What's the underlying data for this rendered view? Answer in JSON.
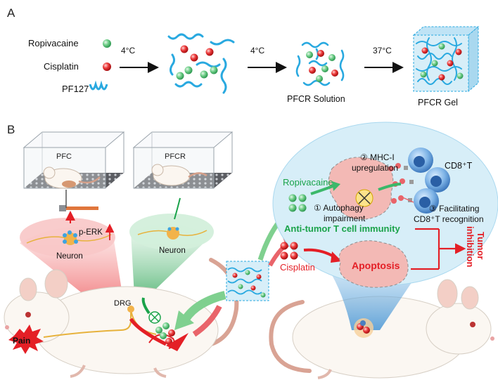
{
  "panel_a": {
    "letter": "A",
    "legend": {
      "drug1": "Ropivacaine",
      "drug2": "Cisplatin",
      "polymer": "PF127"
    },
    "steps": [
      "4°C",
      "4°C",
      "37°C"
    ],
    "solution_label": "PFCR Solution",
    "gel_label": "PFCR Gel"
  },
  "panel_b": {
    "letter": "B",
    "cage_pfc": "PFC",
    "cage_pfcr": "PFCR",
    "perk": "p-ERK",
    "neuron_left": "Neuron",
    "neuron_right": "Neuron",
    "drg": "DRG",
    "pain": "Pain",
    "ropivacaine": "Ropivacaine",
    "cisplatin": "Cisplatin",
    "step2_line1": "② MHC-I",
    "step2_line2": "upregulation",
    "step1_line1": "① Autophagy",
    "step1_line2": "impairment",
    "cd8": "CD8⁺T",
    "step3_line1": "③ Facilitating",
    "step3_line2": "CD8⁺T recognition",
    "immunity": "Anti-tumor T cell immunity",
    "apoptosis": "Apoptosis",
    "tumor_line1": "Tumor",
    "tumor_line2": "inhibition"
  },
  "colors": {
    "polymer": "#29a9e0",
    "ropivacaine": "#5cc87a",
    "cisplatin": "#e8262a",
    "green_text": "#1aa34a",
    "red_text": "#e41f26",
    "bubble": "#d7eef8",
    "tumor": "#f3b9b5"
  }
}
